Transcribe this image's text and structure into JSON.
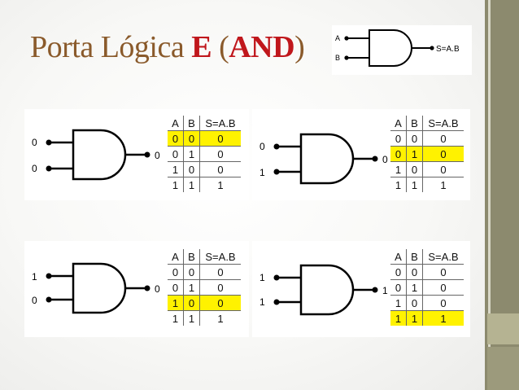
{
  "slide": {
    "title_prefix": "Porta Lógica ",
    "title_e": "E",
    "title_open": " (",
    "title_and": "AND",
    "title_close": ")"
  },
  "header_gate": {
    "input_a": "A",
    "input_b": "B",
    "output": "S=A.B"
  },
  "table_headers": [
    "A",
    "B",
    "S=A.B"
  ],
  "panels": [
    {
      "in_a": "0",
      "in_b": "0",
      "out": "0",
      "highlight_row": 0,
      "rows": [
        [
          "0",
          "0",
          "0"
        ],
        [
          "0",
          "1",
          "0"
        ],
        [
          "1",
          "0",
          "0"
        ],
        [
          "1",
          "1",
          "1"
        ]
      ]
    },
    {
      "in_a": "0",
      "in_b": "1",
      "out": "0",
      "highlight_row": 1,
      "rows": [
        [
          "0",
          "0",
          "0"
        ],
        [
          "0",
          "1",
          "0"
        ],
        [
          "1",
          "0",
          "0"
        ],
        [
          "1",
          "1",
          "1"
        ]
      ]
    },
    {
      "in_a": "1",
      "in_b": "0",
      "out": "0",
      "highlight_row": 2,
      "rows": [
        [
          "0",
          "0",
          "0"
        ],
        [
          "0",
          "1",
          "0"
        ],
        [
          "1",
          "0",
          "0"
        ],
        [
          "1",
          "1",
          "1"
        ]
      ]
    },
    {
      "in_a": "1",
      "in_b": "1",
      "out": "1",
      "highlight_row": 3,
      "rows": [
        [
          "0",
          "0",
          "0"
        ],
        [
          "0",
          "1",
          "0"
        ],
        [
          "1",
          "0",
          "0"
        ],
        [
          "1",
          "1",
          "1"
        ]
      ]
    }
  ],
  "colors": {
    "title": "#8a5a2b",
    "title_highlight": "#c0171c",
    "row_highlight": "#fff200",
    "side_bar": "#8c8a6e"
  }
}
